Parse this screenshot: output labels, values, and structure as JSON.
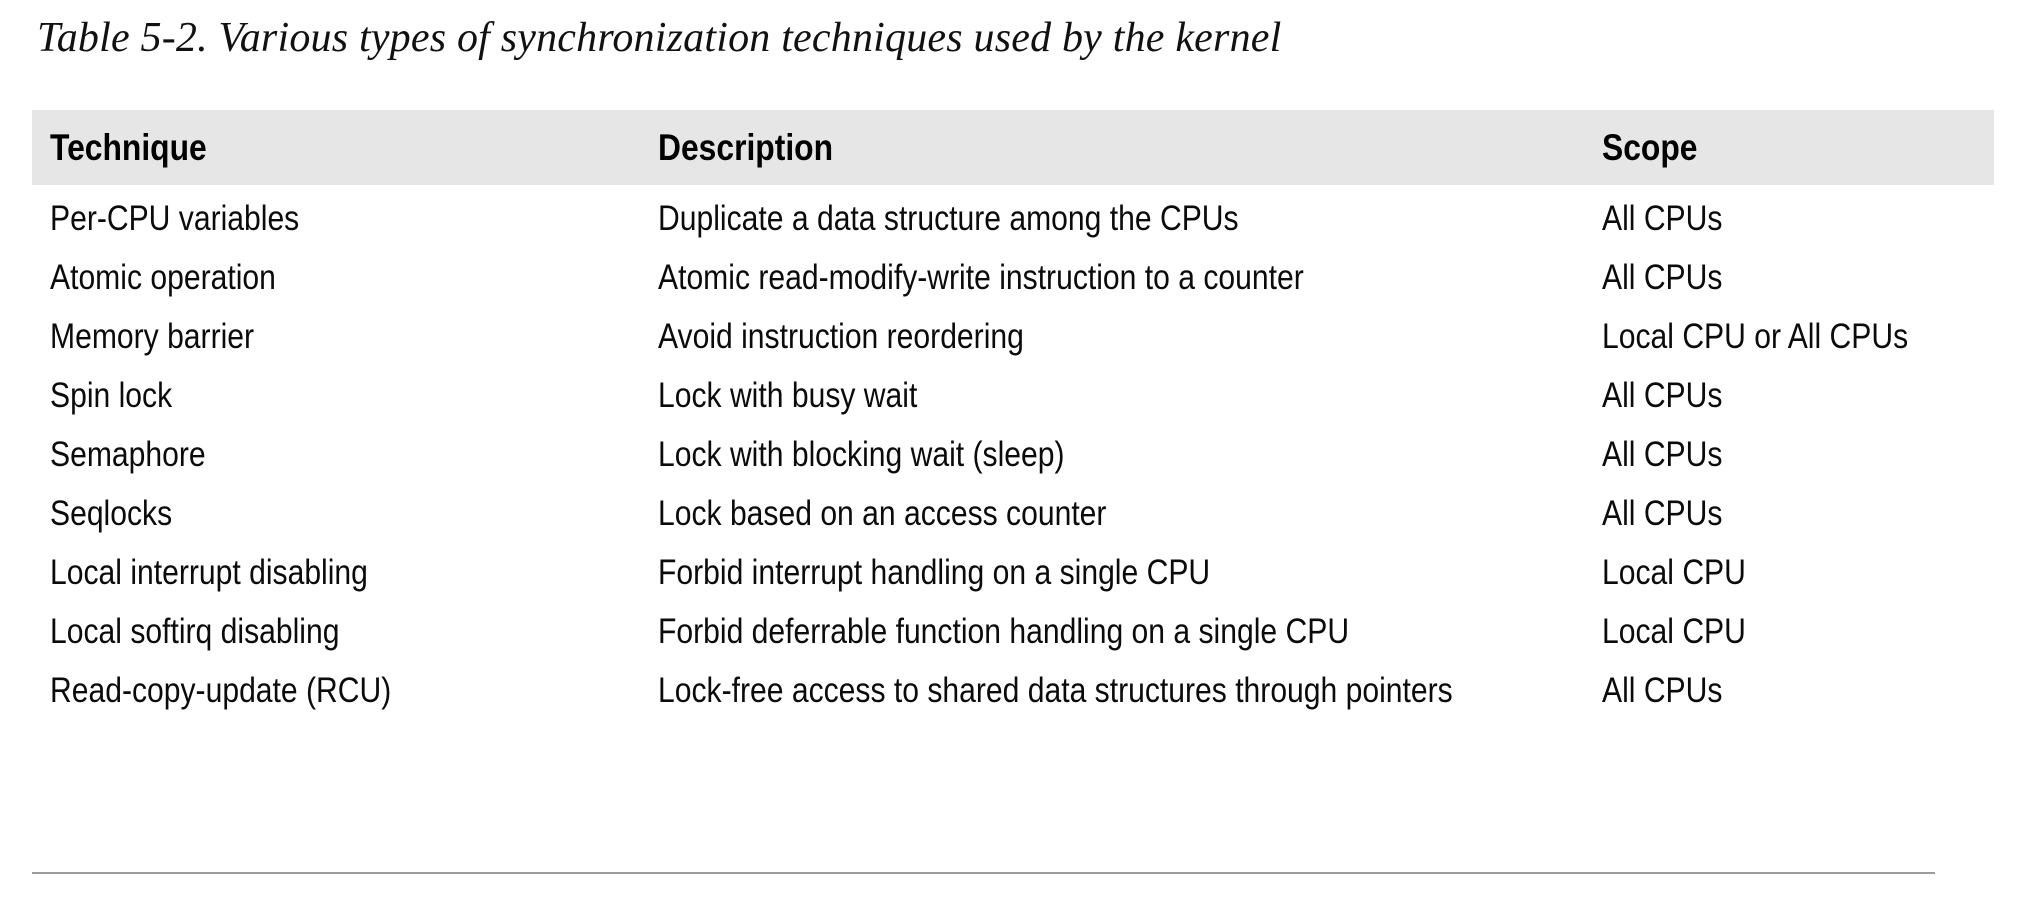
{
  "caption": "Table 5-2. Various types of synchronization techniques used by the kernel",
  "table": {
    "header_background": "#e6e6e6",
    "rule_color": "#9b9b9b",
    "columns": [
      {
        "key": "technique",
        "label": "Technique"
      },
      {
        "key": "description",
        "label": "Description"
      },
      {
        "key": "scope",
        "label": "Scope"
      }
    ],
    "rows": [
      {
        "technique": "Per-CPU variables",
        "description": "Duplicate a data structure among the CPUs",
        "scope": "All CPUs"
      },
      {
        "technique": "Atomic operation",
        "description": "Atomic read-modify-write instruction to a counter",
        "scope": "All CPUs"
      },
      {
        "technique": "Memory barrier",
        "description": "Avoid instruction reordering",
        "scope": "Local CPU or All CPUs"
      },
      {
        "technique": "Spin lock",
        "description": "Lock with busy wait",
        "scope": "All CPUs"
      },
      {
        "technique": "Semaphore",
        "description": "Lock with blocking wait (sleep)",
        "scope": "All CPUs"
      },
      {
        "technique": "Seqlocks",
        "description": "Lock based on an access counter",
        "scope": "All CPUs"
      },
      {
        "technique": "Local interrupt disabling",
        "description": "Forbid interrupt handling on a single CPU",
        "scope": "Local CPU"
      },
      {
        "technique": "Local softirq disabling",
        "description": "Forbid deferrable function handling on a single CPU",
        "scope": "Local CPU"
      },
      {
        "technique": "Read-copy-update (RCU)",
        "description": "Lock-free access to shared data structures through pointers",
        "scope": "All CPUs"
      }
    ]
  }
}
